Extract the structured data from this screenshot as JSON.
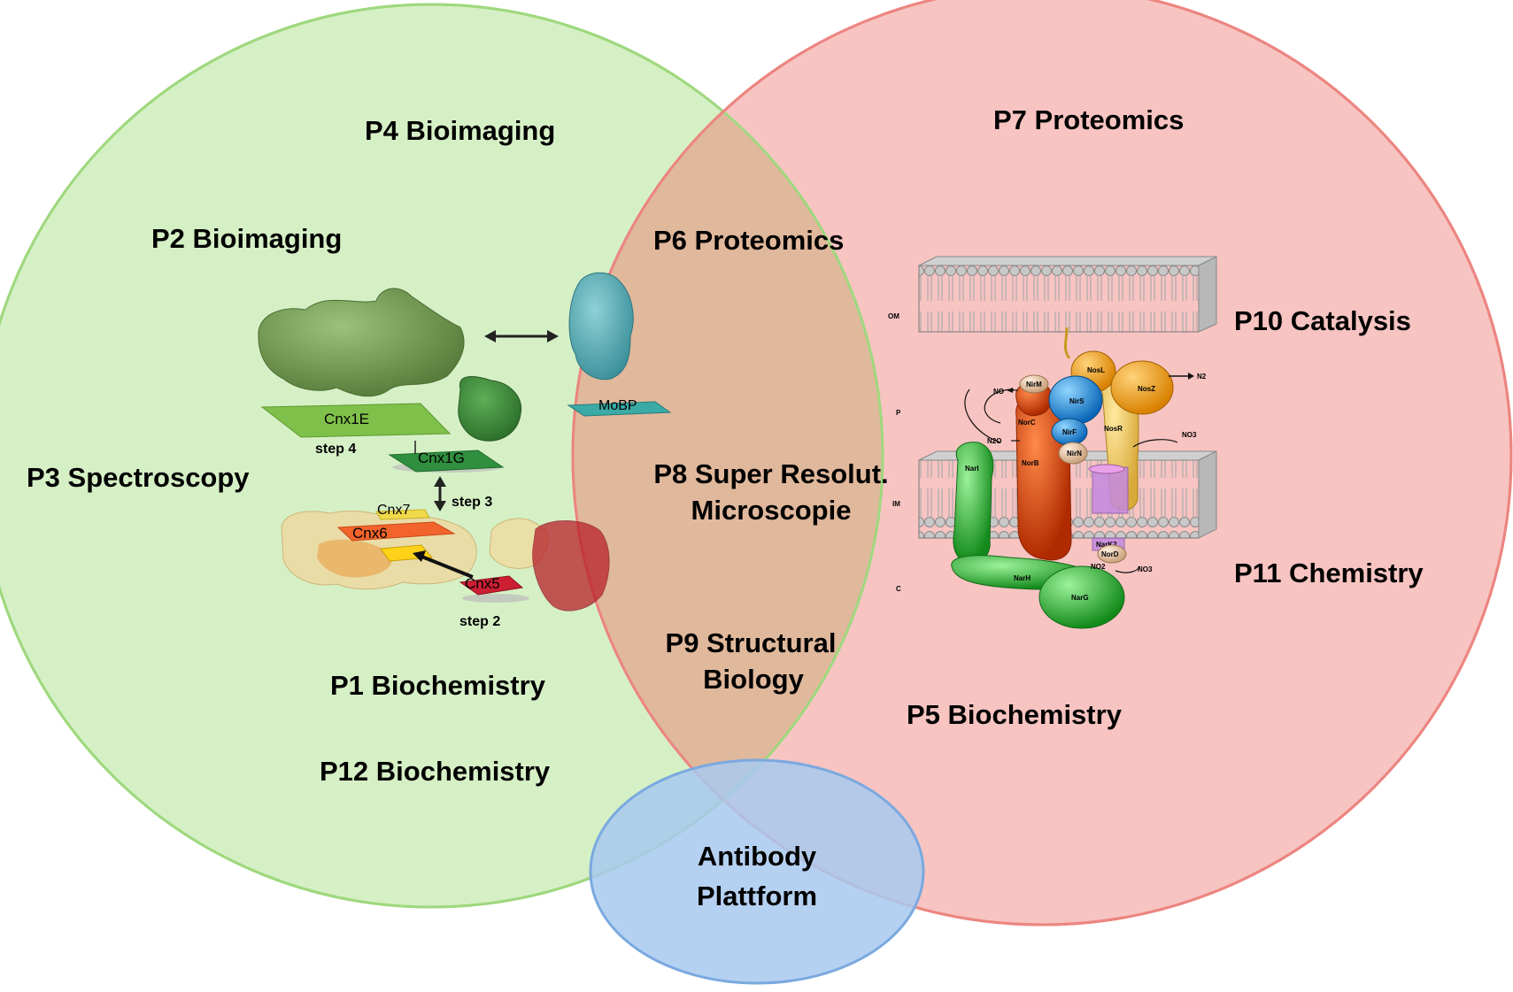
{
  "colors": {
    "left_fill": "#d6f0c6",
    "left_stroke": "#9fd87e",
    "right_fill": "#f7c4c2",
    "right_stroke": "#ec8580",
    "overlap_fill": "#e0b89c",
    "bottom_fill": "#a8c9ee",
    "bottom_stroke": "#7aa9df"
  },
  "labels": {
    "p1": "P1 Biochemistry",
    "p2": "P2 Bioimaging",
    "p3": "P3 Spectroscopy",
    "p4": "P4 Bioimaging",
    "p5": "P5 Biochemistry",
    "p6": "P6 Proteomics",
    "p7": "P7 Proteomics",
    "p8_line1": "P8 Super Resolut.",
    "p8_line2": "Microscopie",
    "p9_line1": "P9 Structural",
    "p9_line2": "Biology",
    "p10": "P10 Catalysis",
    "p11": "P11 Chemistry",
    "p12": "P12 Biochemistry",
    "antibody_line1": "Antibody",
    "antibody_line2": "Plattform"
  },
  "pathway_figure": {
    "cnx1e": "Cnx1E",
    "cnx1g": "Cnx1G",
    "cnx7": "Cnx7",
    "cnx6": "Cnx6",
    "cnx5": "Cnx5",
    "mobp": "MoBP",
    "step4": "step 4",
    "step3": "step 3",
    "step2": "step 2"
  },
  "membrane_figure": {
    "om": "OM",
    "p": "P",
    "im": "IM",
    "c": "C",
    "nosl": "NosL",
    "nosz": "NosZ",
    "n2": "N2",
    "no": "NO",
    "nirm": "NirM",
    "nirs": "NirS",
    "norc": "NorC",
    "nirf": "NirF",
    "nosr": "NosR",
    "n2o": "N2O",
    "norb": "NorB",
    "nirn": "NirN",
    "no3_top": "NO3",
    "nari": "NarI",
    "nark2": "NarK2",
    "nord": "NorD",
    "no2": "NO2",
    "no3_bottom": "NO3",
    "narh": "NarH",
    "narg": "NarG"
  }
}
